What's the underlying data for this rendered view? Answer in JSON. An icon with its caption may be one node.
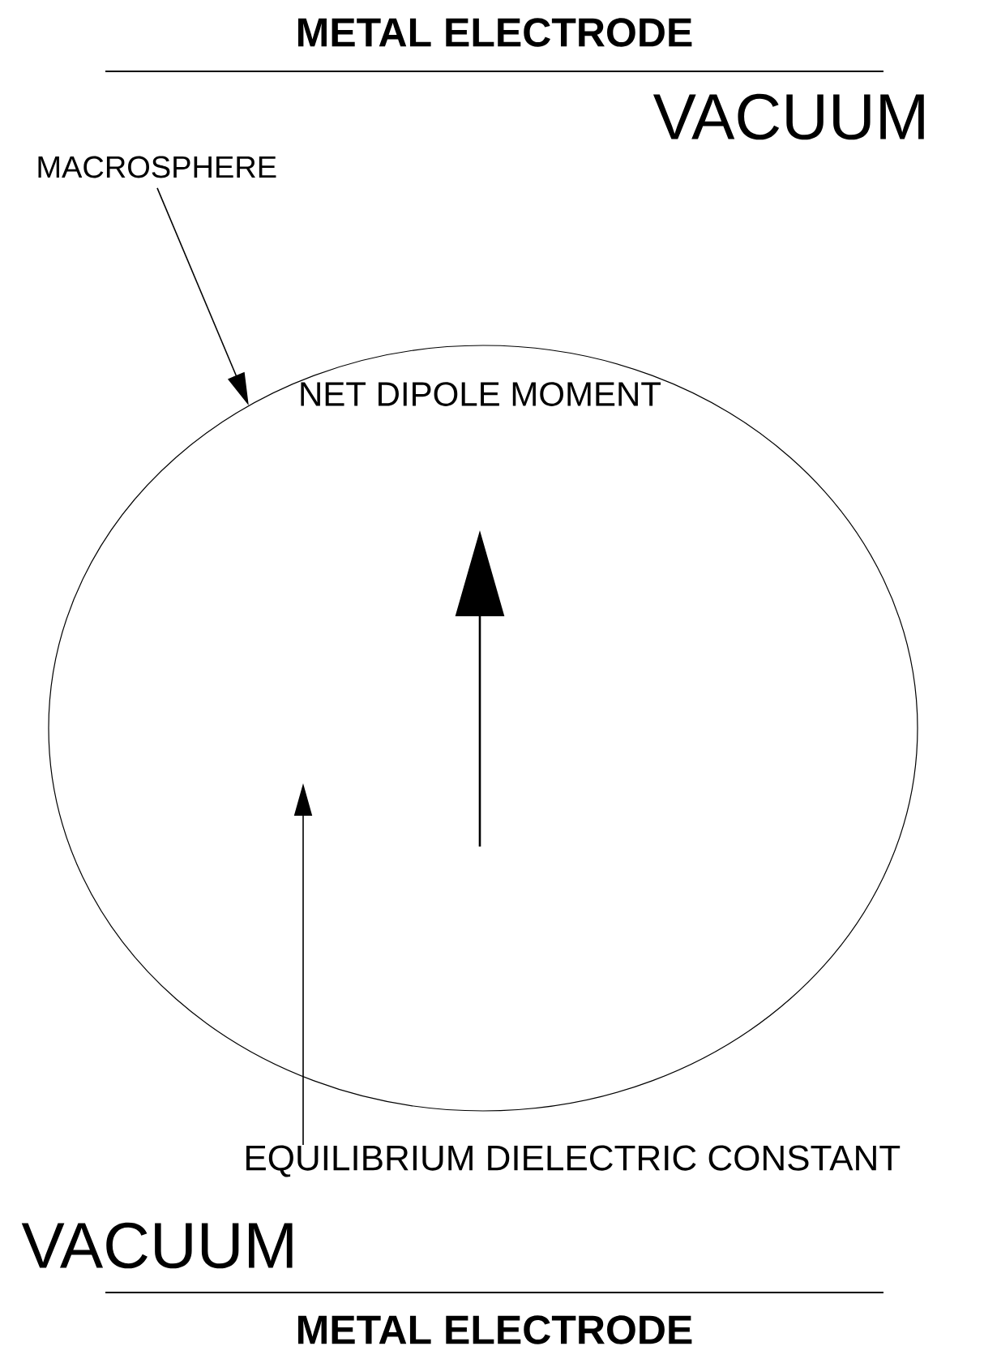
{
  "diagram": {
    "nodes": [
      {
        "text": [],
        "shape": "circle"
      },
      {
        "text": [
          "MACROSPHERE"
        ]
      },
      {
        "text": [
          "EQUILIBRIUM DIELECTRIC CONSTANT"
        ]
      }
    ],
    "edges": [
      {
        "from": 1,
        "to": 0,
        "arrow": "to"
      },
      {
        "from": 2,
        "to": 0,
        "arrow": "to"
      }
    ],
    "labels": [
      "METAL ELECTRODE",
      "VACUUM",
      "NET DIPOLE MOMENT",
      "VACUUM",
      "METAL ELECTRODE"
    ]
  }
}
